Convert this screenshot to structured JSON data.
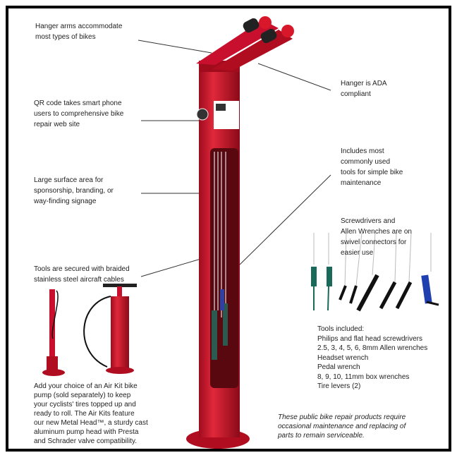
{
  "callouts": {
    "hanger_arms": [
      "Hanger arms accommodate",
      "most types of bikes"
    ],
    "hanger_ada": [
      "Hanger is ADA",
      "compliant"
    ],
    "qr_code": [
      "QR code takes smart phone",
      "users to comprehensive bike",
      "repair web site"
    ],
    "surface_area": [
      "Large surface area for",
      "sponsorship, branding, or",
      "way-finding signage"
    ],
    "cables": [
      "Tools are secured with braided",
      "stainless steel aircraft cables"
    ],
    "common_tools": [
      "Includes most",
      "commonly used",
      "tools for simple bike",
      "maintenance"
    ],
    "swivel": [
      "Screwdrivers and",
      "Allen Wrenches are on",
      "swivel connectors for",
      "easier use"
    ]
  },
  "tools_included": [
    "Tools included:",
    "Philips and flat head screwdrivers",
    "2.5, 3, 4, 5, 6, 8mm Allen wrenches",
    "Headset wrench",
    "Pedal wrench",
    "8, 9, 10, 11mm box wrenches",
    "Tire levers (2)"
  ],
  "air_kit": [
    "Add your choice of an Air Kit bike",
    "pump (sold separately) to keep",
    "your cyclists' tires topped up and",
    "ready to roll. The Air Kits feature",
    "our new Metal Head™, a sturdy cast",
    "aluminum pump head with Presta",
    "and Schrader valve compatibility."
  ],
  "maintenance_note": [
    "These public bike repair products require",
    "occasional maintenance and replacing of",
    "parts to remain serviceable."
  ],
  "colors": {
    "stand_red": "#c8102e",
    "frame": "#000000"
  }
}
